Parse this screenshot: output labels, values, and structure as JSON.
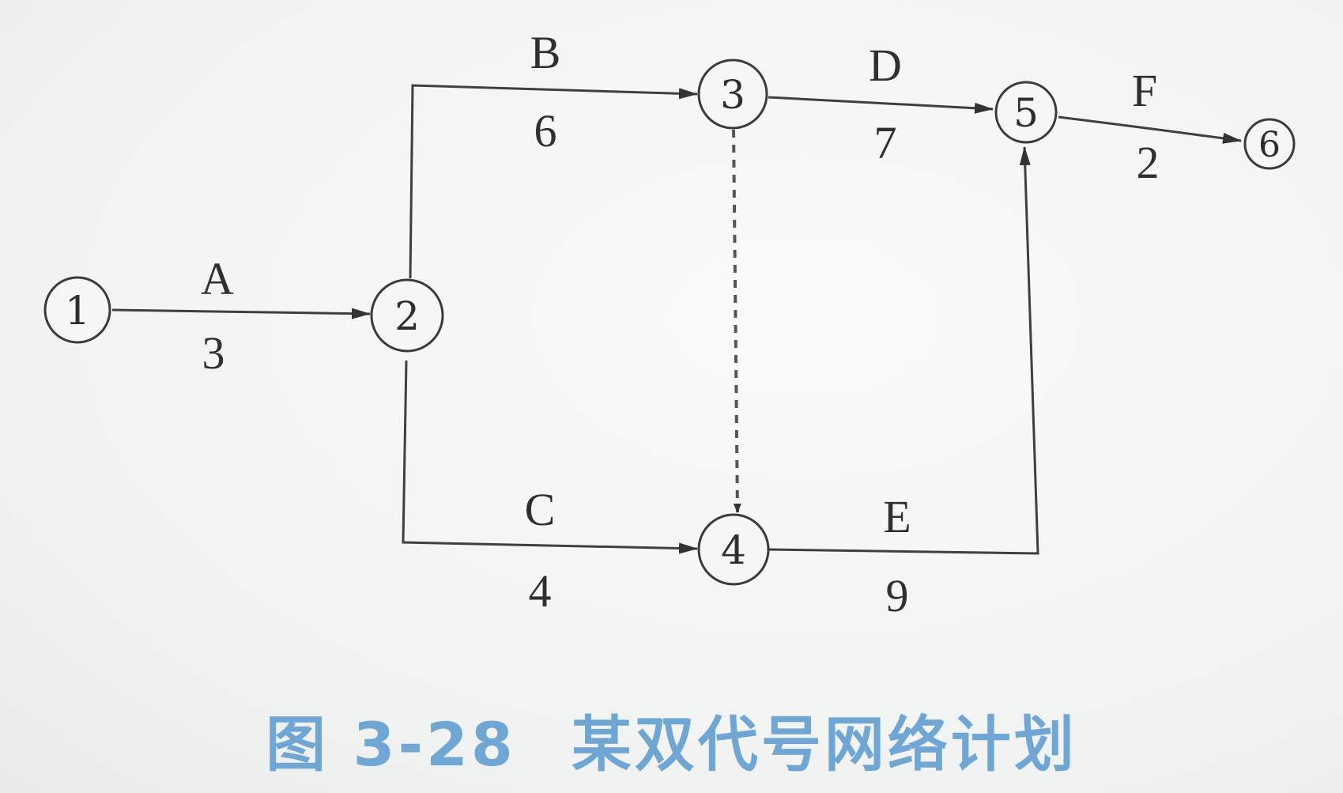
{
  "caption": {
    "figure_no": "图 3-28",
    "title": "某双代号网络计划"
  },
  "colors": {
    "caption": "#6fa6d4",
    "line": "#3f3f3f",
    "background": "#f3f4f4"
  },
  "nodes": [
    {
      "id": "1",
      "label": "1"
    },
    {
      "id": "2",
      "label": "2"
    },
    {
      "id": "3",
      "label": "3"
    },
    {
      "id": "4",
      "label": "4"
    },
    {
      "id": "5",
      "label": "5"
    },
    {
      "id": "6",
      "label": "6"
    }
  ],
  "activities": [
    {
      "name": "A",
      "duration": "3",
      "from": "1",
      "to": "2"
    },
    {
      "name": "B",
      "duration": "6",
      "from": "2",
      "to": "3"
    },
    {
      "name": "C",
      "duration": "4",
      "from": "2",
      "to": "4"
    },
    {
      "name": "D",
      "duration": "7",
      "from": "3",
      "to": "5"
    },
    {
      "name": "E",
      "duration": "9",
      "from": "4",
      "to": "5"
    },
    {
      "name": "F",
      "duration": "2",
      "from": "5",
      "to": "6"
    }
  ],
  "dummy_activities": [
    {
      "from": "3",
      "to": "4"
    }
  ]
}
